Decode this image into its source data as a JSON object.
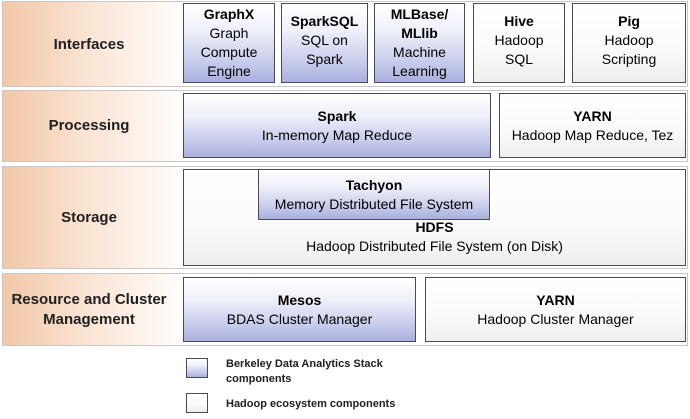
{
  "layers": [
    {
      "id": "interfaces",
      "label_lines": [
        "Interfaces"
      ]
    },
    {
      "id": "processing",
      "label_lines": [
        "Processing"
      ]
    },
    {
      "id": "storage",
      "label_lines": [
        "Storage"
      ]
    },
    {
      "id": "resource",
      "label_lines": [
        "Resource and Cluster",
        "Management"
      ]
    }
  ],
  "interfaces": {
    "graphx": {
      "title": "GraphX",
      "lines": [
        "Graph",
        "Compute",
        "Engine"
      ]
    },
    "sparksql": {
      "title": "SparkSQL",
      "lines": [
        "SQL on",
        "Spark"
      ]
    },
    "mlbase": {
      "title_lines": [
        "MLBase/",
        "MLlib"
      ],
      "lines": [
        "Machine",
        "Learning"
      ]
    },
    "hive": {
      "title": "Hive",
      "lines": [
        "Hadoop",
        "SQL"
      ]
    },
    "pig": {
      "title": "Pig",
      "lines": [
        "Hadoop",
        "Scripting"
      ]
    }
  },
  "processing": {
    "spark": {
      "title": "Spark",
      "subtitle": "In-memory Map Reduce"
    },
    "yarn": {
      "title": "YARN",
      "subtitle": "Hadoop Map Reduce, Tez"
    }
  },
  "storage": {
    "tachyon": {
      "title": "Tachyon",
      "subtitle": "Memory Distributed File System"
    },
    "hdfs": {
      "title": "HDFS",
      "subtitle": "Hadoop Distributed File System (on Disk)"
    }
  },
  "resource": {
    "mesos": {
      "title": "Mesos",
      "subtitle": "BDAS Cluster Manager"
    },
    "yarn": {
      "title": "YARN",
      "subtitle": "Hadoop Cluster Manager"
    }
  },
  "legend": {
    "bdas_lines": [
      "Berkeley Data Analytics Stack",
      "components"
    ],
    "hadoop": "Hadoop ecosystem components"
  },
  "colors": {
    "bdas_blue": "#a9afdf",
    "hadoop_gray": "#eeeeee",
    "layer_orange": "#f1c7a8"
  }
}
